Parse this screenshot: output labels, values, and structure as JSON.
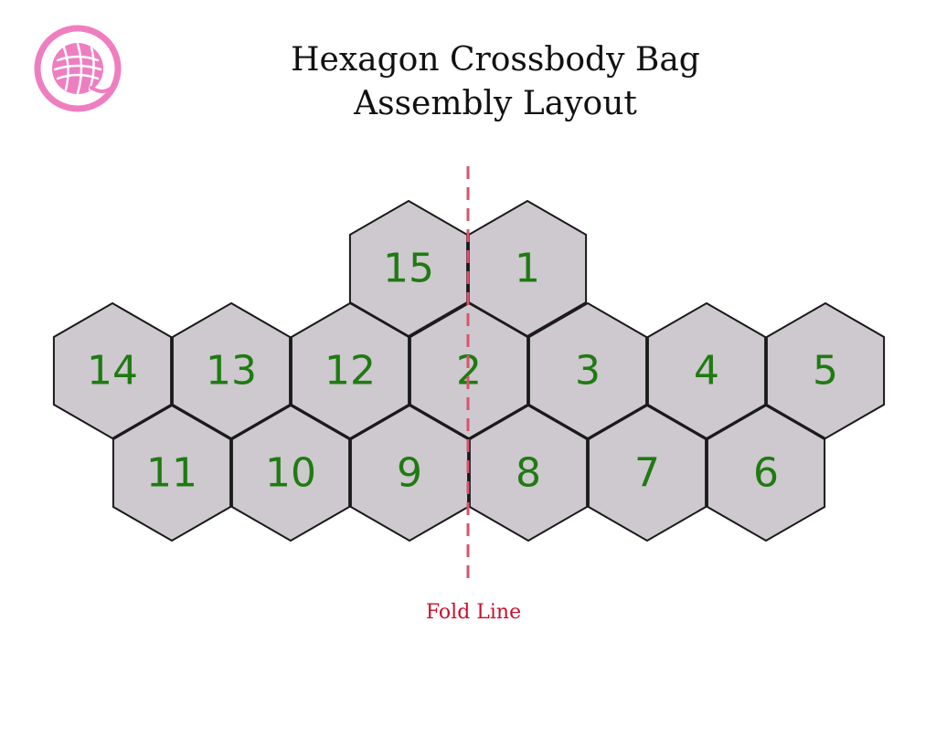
{
  "title": {
    "line1": "Hexagon Crossbody Bag",
    "line2": "Assembly Layout"
  },
  "logo": {
    "icon": "yarn-ball-icon"
  },
  "fold_line": {
    "label": "Fold Line"
  },
  "hexagons": [
    {
      "label": "15",
      "row": 0,
      "col": 0
    },
    {
      "label": "1",
      "row": 0,
      "col": 1
    },
    {
      "label": "14",
      "row": 1,
      "col": 0
    },
    {
      "label": "13",
      "row": 1,
      "col": 1
    },
    {
      "label": "12",
      "row": 1,
      "col": 2
    },
    {
      "label": "2",
      "row": 1,
      "col": 3
    },
    {
      "label": "3",
      "row": 1,
      "col": 4
    },
    {
      "label": "4",
      "row": 1,
      "col": 5
    },
    {
      "label": "5",
      "row": 1,
      "col": 6
    },
    {
      "label": "11",
      "row": 2,
      "col": 0
    },
    {
      "label": "10",
      "row": 2,
      "col": 1
    },
    {
      "label": "9",
      "row": 2,
      "col": 2
    },
    {
      "label": "8",
      "row": 2,
      "col": 3
    },
    {
      "label": "7",
      "row": 2,
      "col": 4
    },
    {
      "label": "6",
      "row": 2,
      "col": 5
    }
  ],
  "colors": {
    "hex_fill": "#cdc9ce",
    "hex_stroke": "#1a1a1a",
    "number": "#1f7a12",
    "fold_line": "#d9546b",
    "fold_label": "#c8102e",
    "logo": "#ef7ec0"
  }
}
